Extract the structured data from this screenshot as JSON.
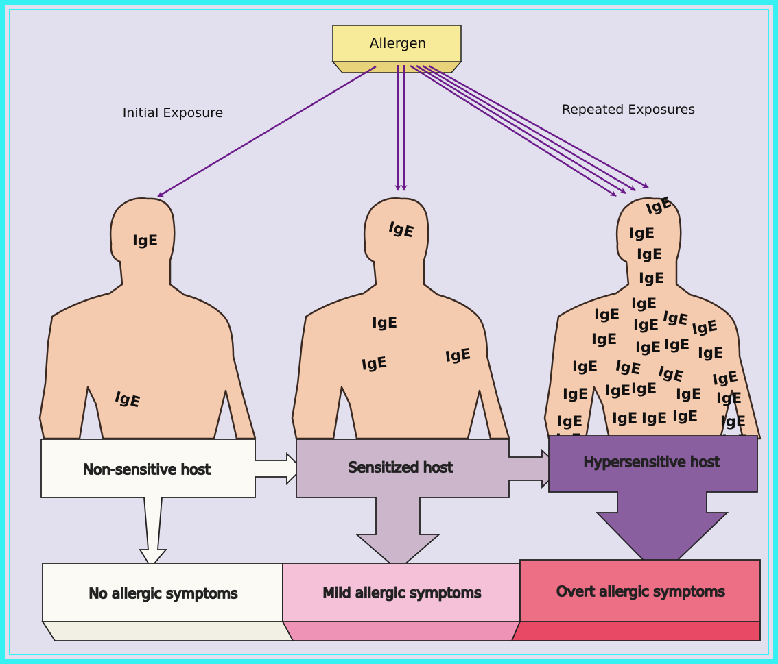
{
  "diagram": {
    "allergen": "Allergen",
    "initial_exposure": "Initial Exposure",
    "repeated_exposures": "Repeated Exposures",
    "antibody_label": "IgE",
    "hosts": [
      {
        "label": "Non-sensitive host",
        "color": "#fbfaf4"
      },
      {
        "label": "Sensitized host",
        "color": "#cbb6cc"
      },
      {
        "label": "Hypersensitive host",
        "color": "#8a5fa0"
      }
    ],
    "outcomes": [
      {
        "label": "No allergic symptoms",
        "color": "#fbfaf4",
        "shadow": "#f2f0e4"
      },
      {
        "label": "Mild allergic symptoms",
        "color": "#f4c1d8",
        "shadow": "#ef93b6"
      },
      {
        "label": "Overt allergic symptoms",
        "color": "#ec6f85",
        "shadow": "#e84a65"
      }
    ],
    "colors": {
      "background": "#e2e0ee",
      "frame": "#36f0f2",
      "body": "#f5cbb0",
      "arrow": "#6b1b8a",
      "allergen_box": "#f7ea98"
    }
  }
}
